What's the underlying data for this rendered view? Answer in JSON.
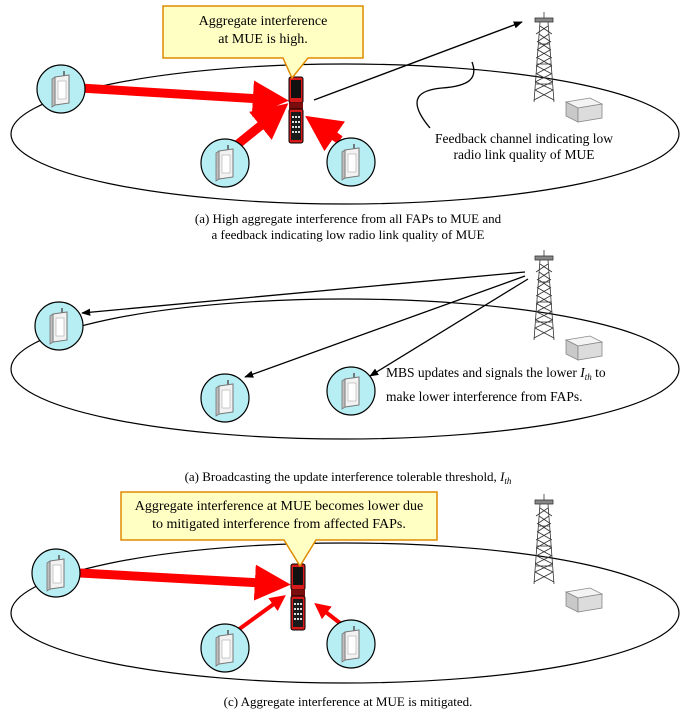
{
  "panels": [
    {
      "callout": [
        "Aggregate interference",
        "at MUE is high."
      ],
      "note": [
        "Feedback channel indicating low",
        "radio link quality of MUE"
      ],
      "caption": [
        "(a) High aggregate interference from all FAPs to MUE and",
        "a feedback indicating low radio link quality of MUE"
      ]
    },
    {
      "note_line1_prefix": "MBS updates and signals the lower ",
      "note_symbol": "I",
      "note_symbol_sub": "th",
      "note_line1_suffix": " to",
      "note_line2": "make lower interference from FAPs.",
      "caption_prefix": "(a) Broadcasting the update interference tolerable threshold, ",
      "caption_symbol": "I",
      "caption_symbol_sub": "th"
    },
    {
      "callout": [
        "Aggregate interference at MUE becomes lower due",
        "to mitigated interference from affected FAPs."
      ],
      "caption": "(c) Aggregate interference at MUE is mitigated."
    }
  ],
  "colors": {
    "cell_fill": "#b7eef3",
    "arrow_red": "#ff0000",
    "callout_fill": "#ffffc4",
    "callout_border": "#e08a00",
    "phone_red": "#d81a1a"
  }
}
